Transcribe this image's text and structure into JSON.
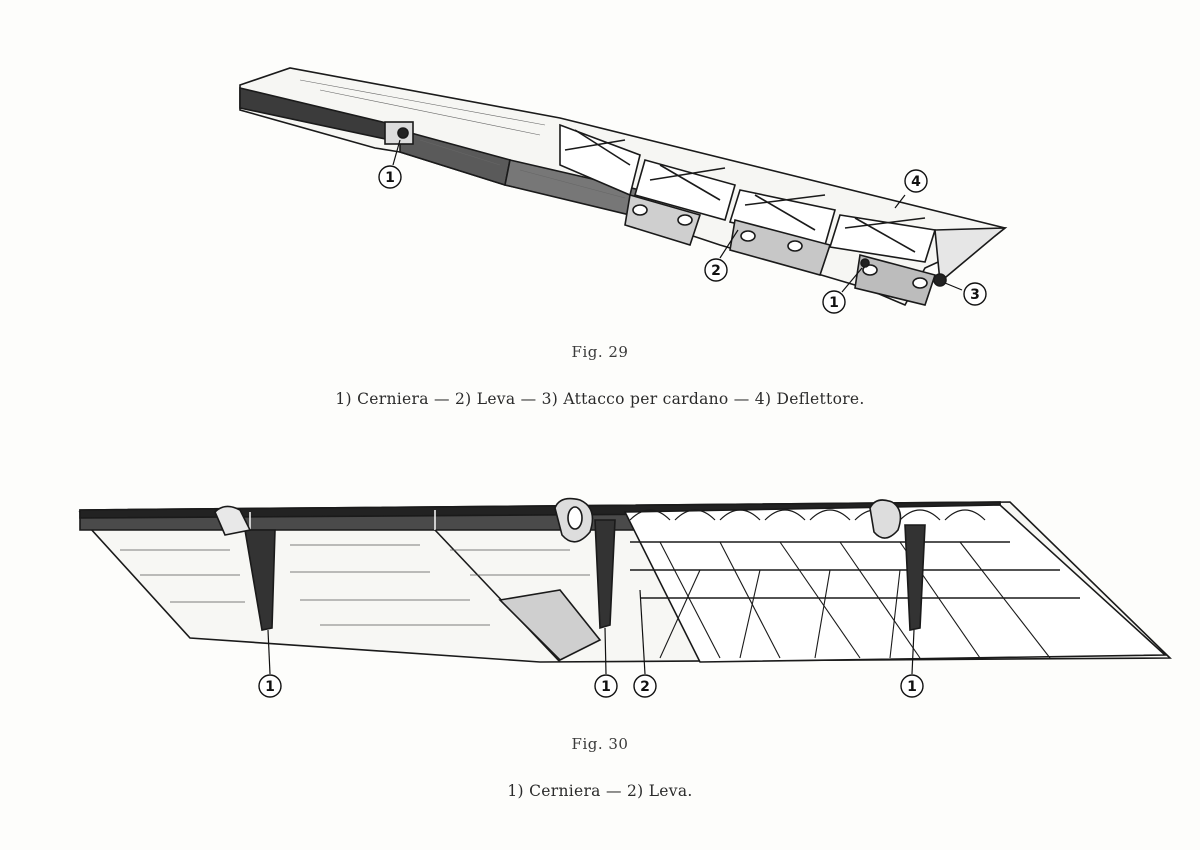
{
  "fig29": {
    "caption": "Fig. 29",
    "legend": "1) Cerniera — 2) Leva — 3) Attacco per cardano — 4) Deflettore.",
    "callouts": [
      "1",
      "2",
      "1",
      "3",
      "4"
    ]
  },
  "fig30": {
    "caption": "Fig. 30",
    "legend": "1) Cerniera — 2) Leva.",
    "callouts": [
      "1",
      "1",
      "2",
      "1"
    ]
  }
}
